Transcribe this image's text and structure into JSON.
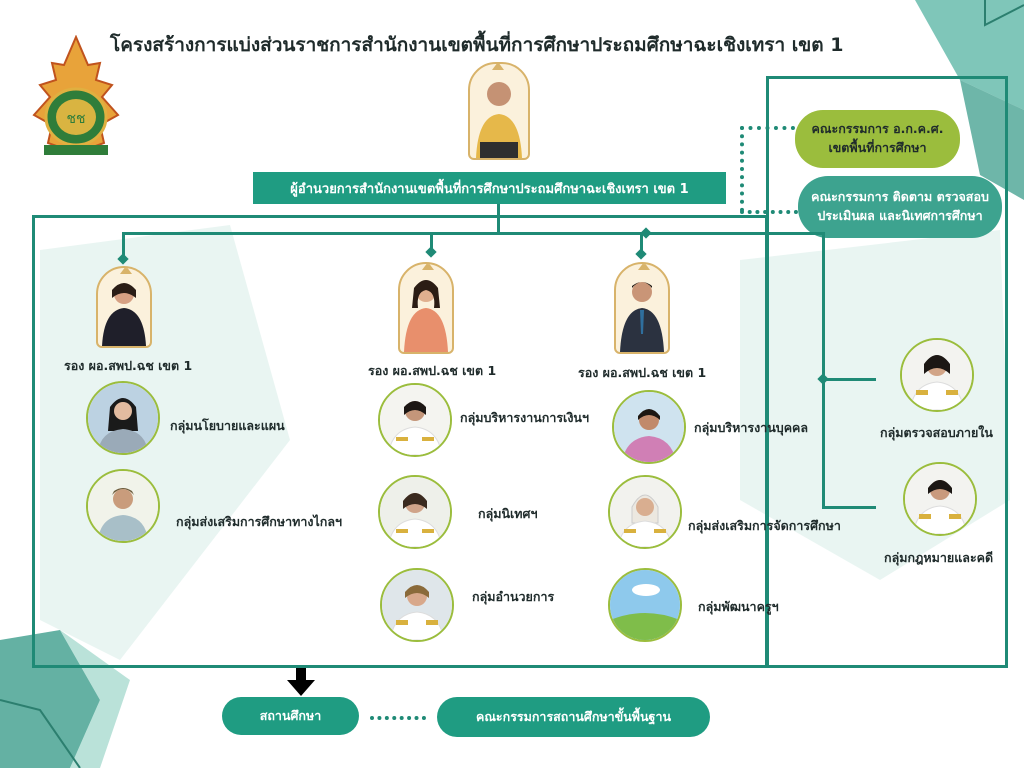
{
  "title": "โครงสร้างการแบ่งส่วนราชการสำนักงานเขตพื้นที่การศึกษาประถมศึกษาฉะเชิงเทรา เขต 1",
  "director_label": "ผู้อำนวยการสำนักงานเขตพื้นที่การศึกษาประถมศึกษาฉะเชิงเทรา เขต 1",
  "committees": {
    "agkhs": "คณะกรรมการ อ.ก.ค.ศ.\nเขตพื้นที่การศึกษา",
    "monitoring": "คณะกรรมการ ติดตาม ตรวจสอบ\nประเมินผล และนิเทศการศึกษา"
  },
  "deputies": [
    {
      "label": "รอง ผอ.สพป.ฉช เขต 1"
    },
    {
      "label": "รอง ผอ.สพป.ฉช เขต 1"
    },
    {
      "label": "รอง ผอ.สพป.ฉช เขต 1"
    }
  ],
  "groups": {
    "col1": [
      "กลุ่มนโยบายและแผน",
      "กลุ่มส่งเสริมการศึกษาทางไกลฯ"
    ],
    "col2": [
      "กลุ่มบริหารงานการเงินฯ",
      "กลุ่มนิเทศฯ",
      "กลุ่มอำนวยการ"
    ],
    "col3": [
      "กลุ่มบริหารงานบุคคล",
      "กลุ่มส่งเสริมการจัดการศึกษา",
      "กลุ่มพัฒนาครูฯ"
    ],
    "right": [
      "กลุ่มตรวจสอบภายใน",
      "กลุ่มกฎหมายและคดี"
    ]
  },
  "bottom": {
    "school": "สถานศึกษา",
    "school_board": "คณะกรรมการสถานศึกษาขั้นพื้นฐาน"
  },
  "colors": {
    "teal": "#1f8a76",
    "green": "#9bbd3d",
    "pill_teal": "#3da38f"
  },
  "icons": {
    "logo": "obec-emblem",
    "down_arrow": "arrow-down-icon"
  }
}
